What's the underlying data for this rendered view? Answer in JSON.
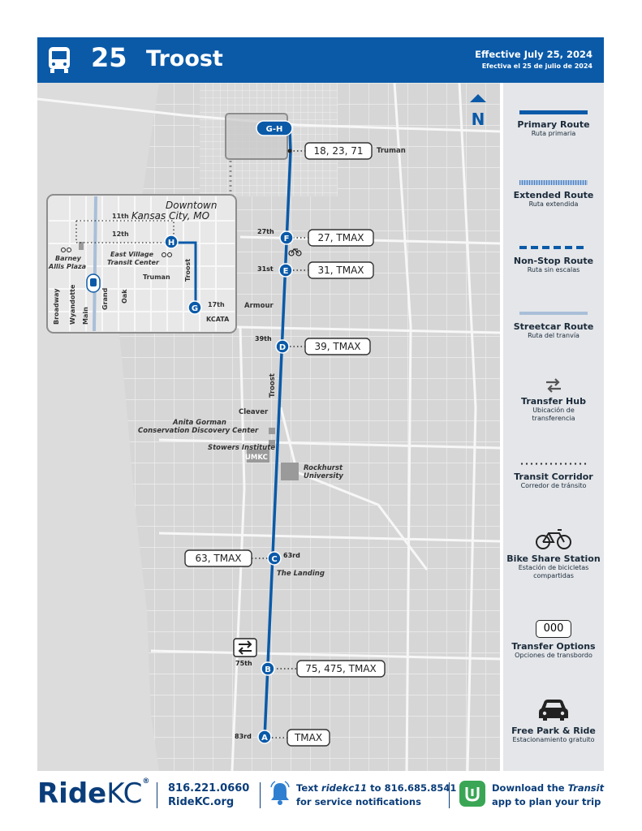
{
  "header": {
    "route_number": "25",
    "route_name": "Troost",
    "effective_en": "Effective July 25, 2024",
    "effective_es": "Efectiva el 25 de julio de 2024"
  },
  "map": {
    "north": "N",
    "stops": [
      {
        "id": "A",
        "letter": "A",
        "street": "83rd",
        "transfers": "TMAX"
      },
      {
        "id": "B",
        "letter": "B",
        "street": "75th",
        "transfers": "75, 475, TMAX"
      },
      {
        "id": "C",
        "letter": "C",
        "street": "63rd",
        "transfers": "63, TMAX"
      },
      {
        "id": "D",
        "letter": "D",
        "street": "39th",
        "transfers": "39, TMAX"
      },
      {
        "id": "E",
        "letter": "E",
        "street": "31st",
        "transfers": "31, TMAX"
      },
      {
        "id": "F",
        "letter": "F",
        "street": "27th",
        "transfers": "27, TMAX"
      },
      {
        "id": "GH",
        "letter": "G-H",
        "street": "",
        "transfers": "18, 23, 71"
      }
    ],
    "labels": {
      "truman": "Truman",
      "armour": "Armour",
      "troost": "Troost",
      "cleaver": "Cleaver",
      "anita1": "Anita Gorman",
      "anita2": "Conservation Discovery Center",
      "stowers": "Stowers Institute",
      "umkc": "UMKC",
      "rockhurst1": "Rockhurst",
      "rockhurst2": "University",
      "landing": "The Landing"
    },
    "inset": {
      "title1": "Downtown",
      "title2": "Kansas City, MO",
      "s11": "11th",
      "s12": "12th",
      "s17": "17th",
      "barney1": "Barney",
      "barney2": "Allis Plaza",
      "east1": "East Village",
      "east2": "Transit Center",
      "truman": "Truman",
      "troost": "Troost",
      "kcata": "KCATA",
      "broadway": "Broadway",
      "wyandotte": "Wyandotte",
      "main": "Main",
      "grand": "Grand",
      "oak": "Oak",
      "stop_h": "H",
      "stop_g": "G"
    }
  },
  "legend": {
    "primary": {
      "en": "Primary Route",
      "es": "Ruta primaria"
    },
    "extended": {
      "en": "Extended Route",
      "es": "Ruta extendida"
    },
    "nonstop": {
      "en": "Non-Stop Route",
      "es": "Ruta sin escalas"
    },
    "streetcar": {
      "en": "Streetcar Route",
      "es": "Ruta del tranvía"
    },
    "hub": {
      "en": "Transfer Hub",
      "es1": "Ubicación de",
      "es2": "transferencia"
    },
    "corridor": {
      "en": "Transit Corridor",
      "es": "Corredor de tránsito"
    },
    "bike": {
      "en": "Bike Share Station",
      "es1": "Estación de bicicletas",
      "es2": "compartidas"
    },
    "options": {
      "box": "000",
      "en": "Transfer Options",
      "es": "Opciones de transbordo"
    },
    "park": {
      "en": "Free Park & Ride",
      "es": "Estacionamiento gratuito"
    }
  },
  "footer": {
    "logo_ride": "Ride",
    "logo_kc": "KC",
    "phone": "816.221.0660",
    "site": "RideKC.org",
    "text1a": "Text ",
    "text1b": "ridekc11",
    "text1c": " to 816.685.8541",
    "text2": "for service notifications",
    "dl1a": "Download the ",
    "dl1b": "Transit",
    "dl2": "app to plan your trip"
  },
  "colors": {
    "brand": "#0a5aa8",
    "route": "#0a5aa8",
    "map_bg": "#d9d9d9"
  }
}
